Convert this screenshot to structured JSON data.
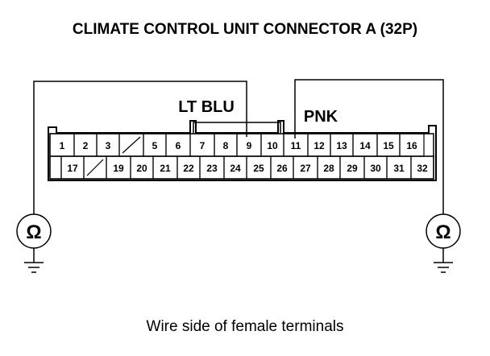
{
  "title": "CLIMATE CONTROL UNIT CONNECTOR A (32P)",
  "caption": "Wire side of female terminals",
  "wires": {
    "lt_blu": "LT BLU",
    "pnk": "PNK"
  },
  "meter": {
    "symbol": "Ω",
    "left_icon": "ohmmeter-icon",
    "right_icon": "ohmmeter-icon",
    "ground_icon": "ground-icon"
  },
  "connector": {
    "row1": [
      "1",
      "2",
      "3",
      "",
      "5",
      "6",
      "7",
      "8",
      "9",
      "10",
      "11",
      "12",
      "13",
      "14",
      "15",
      "16"
    ],
    "row2": [
      "",
      "17",
      "",
      "19",
      "20",
      "21",
      "22",
      "23",
      "24",
      "25",
      "26",
      "27",
      "28",
      "29",
      "30",
      "31",
      "32"
    ]
  }
}
